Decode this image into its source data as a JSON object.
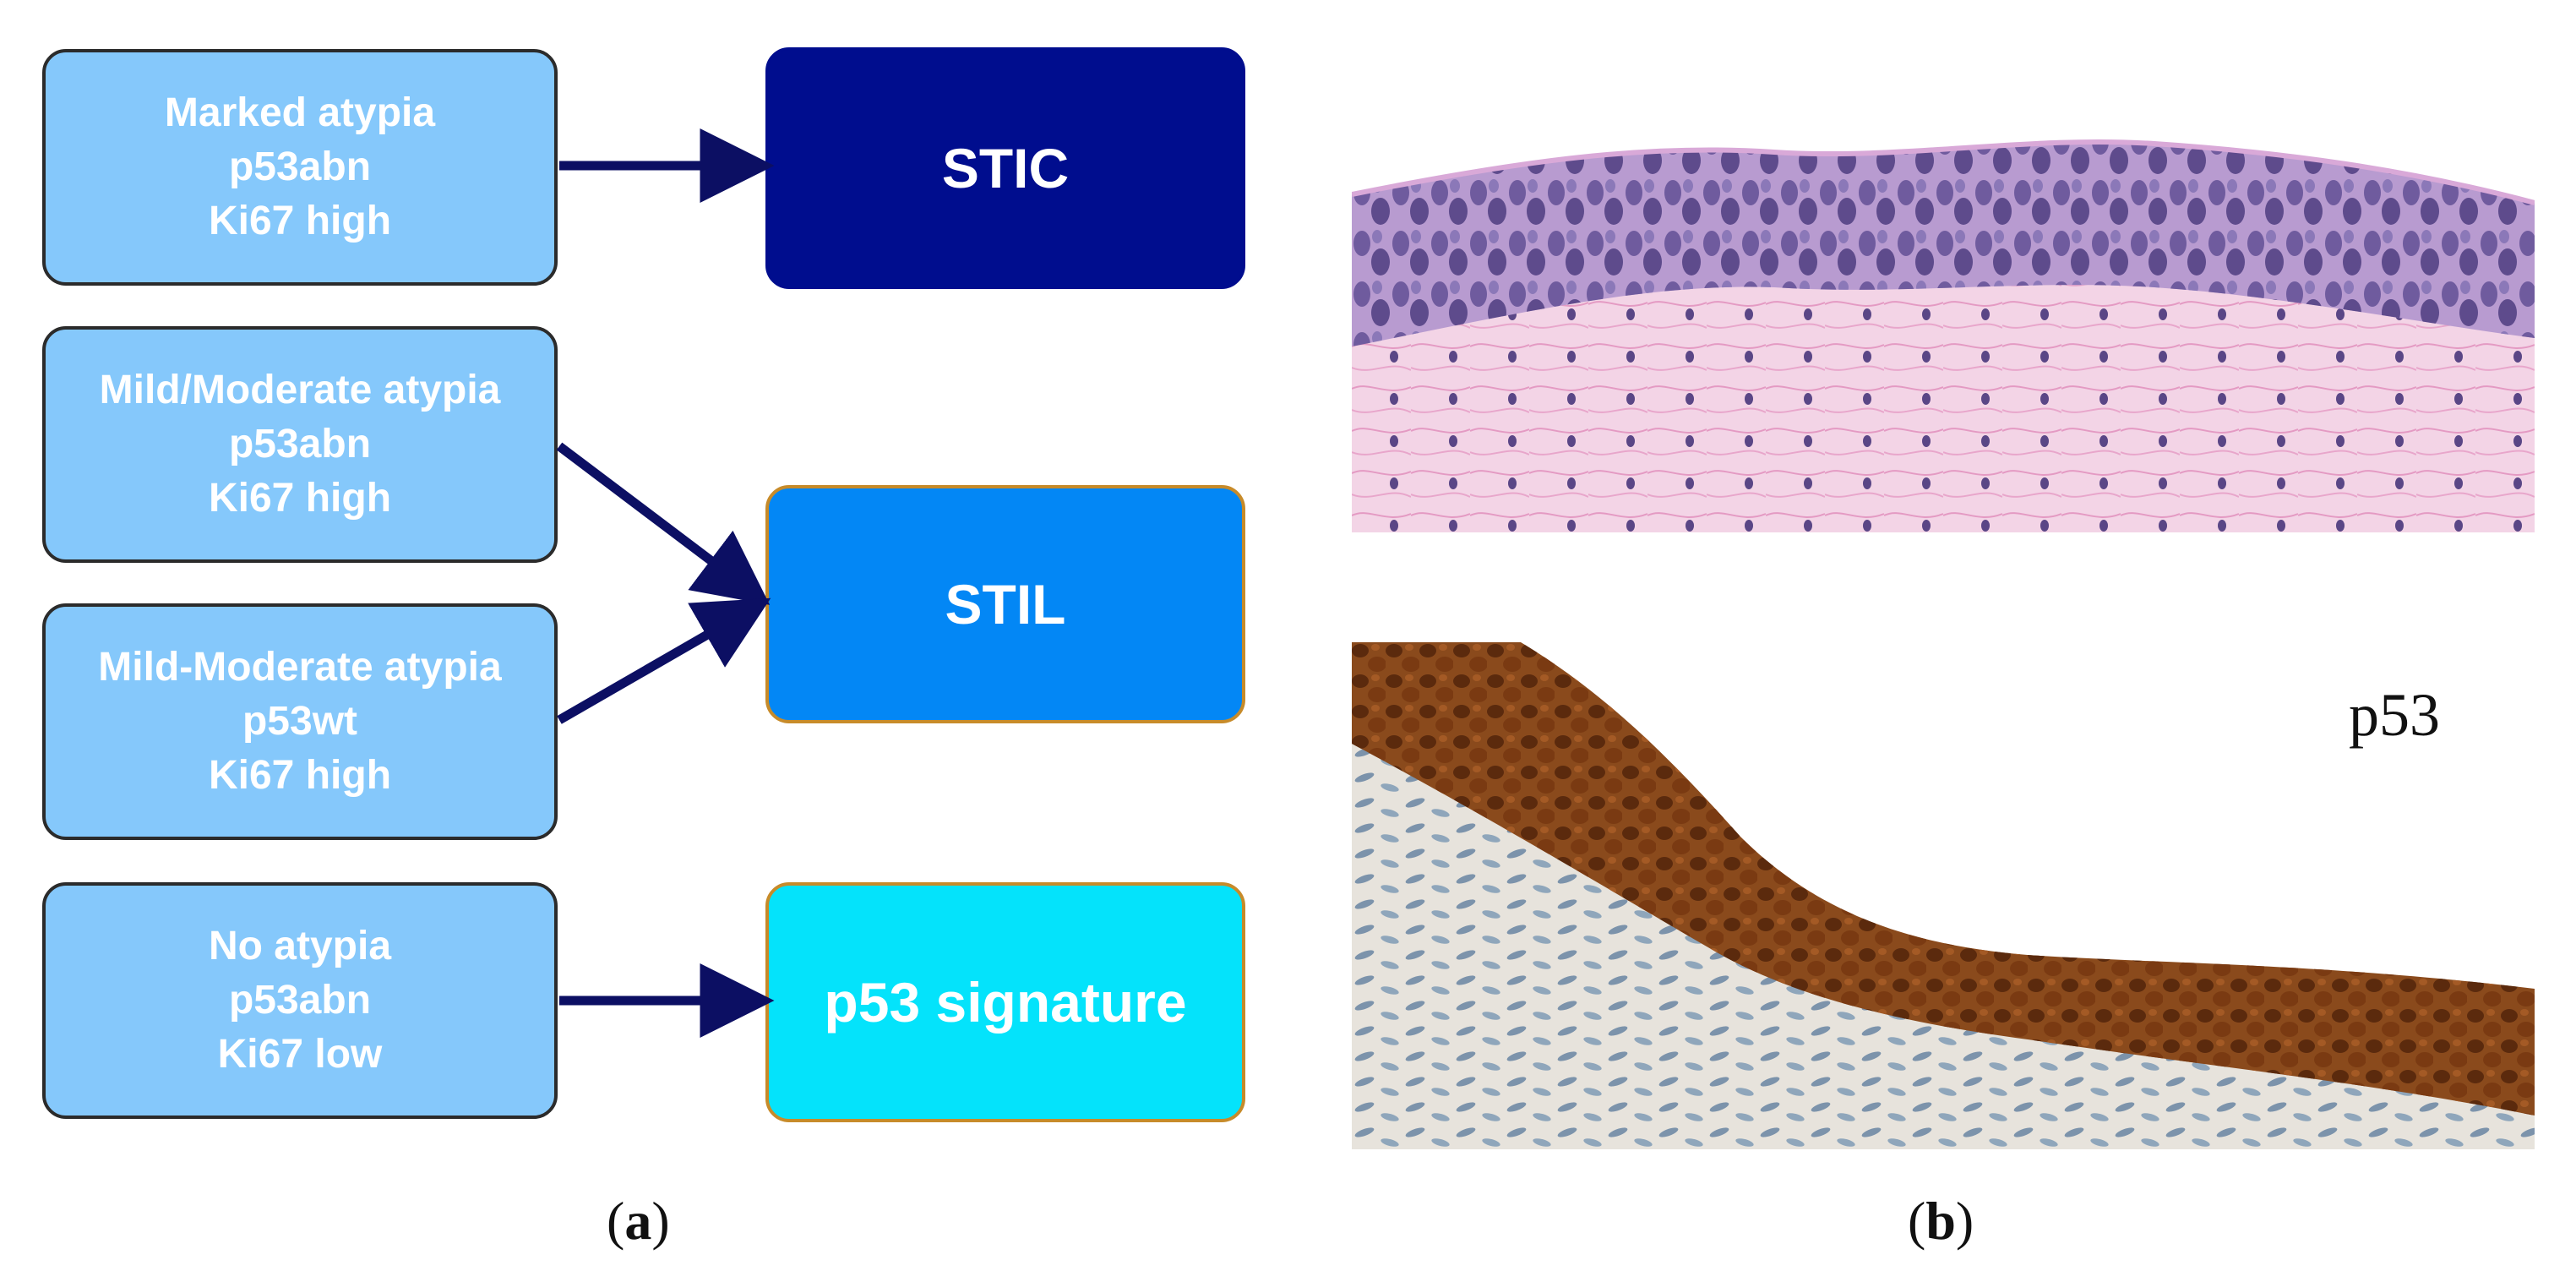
{
  "panel_a": {
    "sources": [
      {
        "lines": [
          "Marked atypia",
          "p53abn",
          "Ki67 high"
        ]
      },
      {
        "lines": [
          "Mild/Moderate atypia",
          "p53abn",
          "Ki67 high"
        ]
      },
      {
        "lines": [
          "Mild-Moderate atypia",
          "p53wt",
          "Ki67 high"
        ]
      },
      {
        "lines": [
          "No atypia",
          "p53abn",
          "Ki67 low"
        ]
      }
    ],
    "targets": [
      "STIC",
      "STIL",
      "p53 signature"
    ],
    "caption": {
      "open": "(",
      "letter": "a",
      "close": ")"
    }
  },
  "panel_b": {
    "top_image": "H&E stained tubal epithelium micrograph",
    "bottom_image": "p53 immunohistochemistry micrograph",
    "bottom_label": "p53",
    "caption": {
      "open": "(",
      "letter": "b",
      "close": ")"
    }
  },
  "colors": {
    "source_box": "#85c8fb",
    "stic": "#000d8e",
    "stil": "#0387f5",
    "signature": "#04e3fb",
    "arrow": "#0c0f63"
  }
}
